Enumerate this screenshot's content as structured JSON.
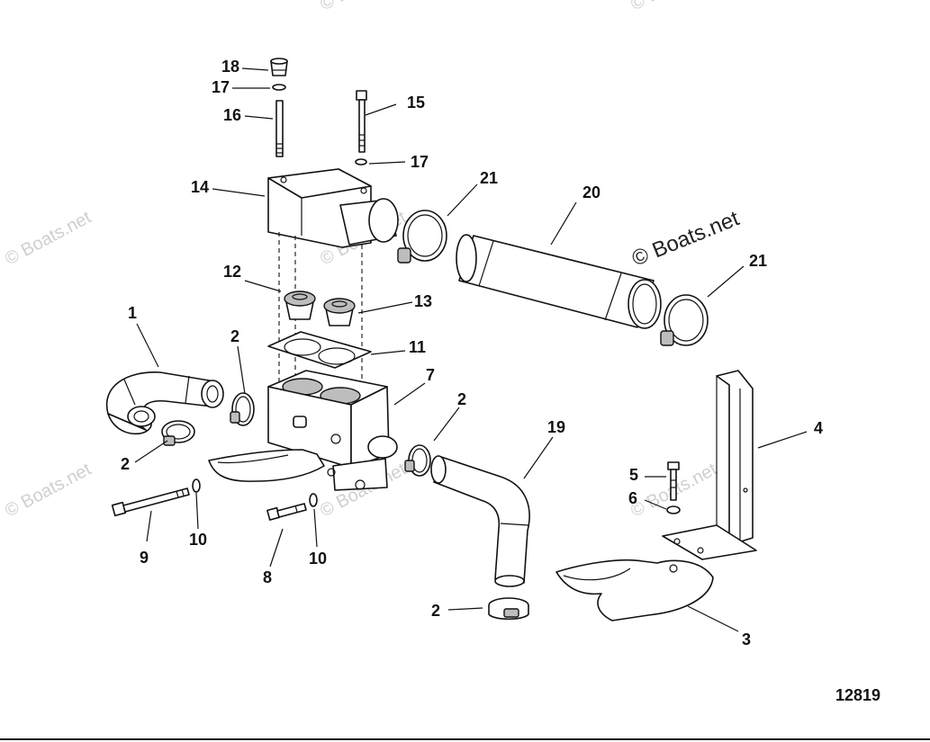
{
  "diagram": {
    "drawing_number": "12819",
    "watermark_main": "© Boats.net",
    "watermark_faint": "© Boats.net",
    "callouts": {
      "c1": "1",
      "c2a": "2",
      "c2b": "2",
      "c2c": "2",
      "c2d": "2",
      "c3": "3",
      "c4": "4",
      "c5": "5",
      "c6": "6",
      "c7": "7",
      "c8": "8",
      "c9": "9",
      "c10a": "10",
      "c10b": "10",
      "c11": "11",
      "c12": "12",
      "c13": "13",
      "c14": "14",
      "c15": "15",
      "c16": "16",
      "c17a": "17",
      "c17b": "17",
      "c18": "18",
      "c19": "19",
      "c20": "20",
      "c21a": "21",
      "c21b": "21"
    }
  }
}
